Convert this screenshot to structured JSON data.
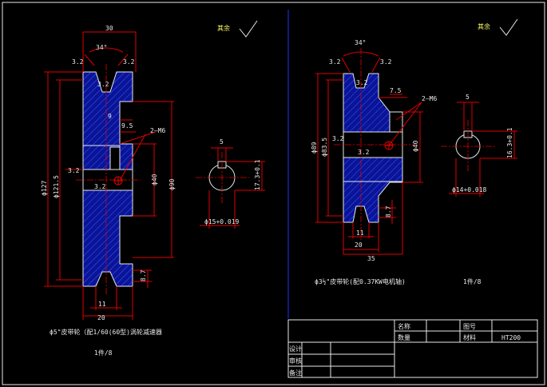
{
  "left_part": {
    "top_width": "30",
    "angle": "34°",
    "rough_left": "3.2",
    "rough_right": "3.2",
    "groove_rough": "3.2",
    "dim_9": "9",
    "dim_95": "9.5",
    "screw": "2—M6",
    "rough_mid": "3.2",
    "rough_bore": "3.2",
    "d127": "ϕ127",
    "d1215": "ϕ121.5",
    "d40": "ϕ40",
    "d90": "ϕ90",
    "dim_87": "8.7",
    "dim_11": "11",
    "dim_20": "20",
    "caption": "ϕ5\"皮带轮（配1/60(60型)涡轮减速器",
    "qty": "1件/8",
    "surface_note": "其余"
  },
  "left_key": {
    "w": "5",
    "depth": "17.3+0.1",
    "bore": "ϕ15+0.019"
  },
  "right_part": {
    "angle": "34°",
    "rough_left": "3.2",
    "rough_right": "3.2",
    "groove_rough": "3.2",
    "dim_75": "7.5",
    "screw": "2—M6",
    "rough_mid": "3.2",
    "rough_inner": "3.2",
    "d89": "ϕ89",
    "d835": "ϕ83.5",
    "d40": "ϕ40",
    "dim_87": "8.7",
    "dim_11": "11",
    "dim_20": "20",
    "dim_35": "35",
    "caption": "ϕ3½\"皮带轮(配0.37KW电机轴)",
    "qty": "1件/8",
    "surface_note": "其余"
  },
  "right_key": {
    "w": "5",
    "depth": "16.3+0.1",
    "bore": "ϕ14+0.018"
  },
  "title_block": {
    "name_label": "名称",
    "drawing_no_label": "图号",
    "qty_label": "数量",
    "material_label": "材料",
    "material": "HT200",
    "row1": "设计",
    "row2": "审核",
    "row3": "备注"
  },
  "colors": {
    "background": "#000000",
    "lines": "#e00000",
    "hatch": "#1a2ad8",
    "text": "#e8e8e8",
    "border": "#1a2ad8"
  }
}
